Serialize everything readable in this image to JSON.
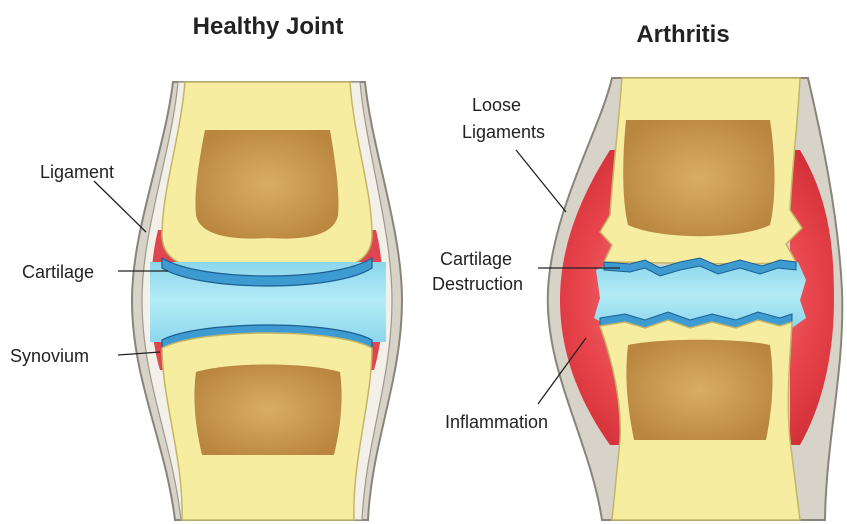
{
  "healthy": {
    "title": "Healthy Joint",
    "labels": {
      "ligament": "Ligament",
      "cartilage": "Cartilage",
      "synovium": "Synovium"
    }
  },
  "arthritis": {
    "title": "Arthritis",
    "labels": {
      "loose_ligaments_line1": "Loose",
      "loose_ligaments_line2": "Ligaments",
      "cartilage_destruction_line1": "Cartilage",
      "cartilage_destruction_line2": "Destruction",
      "inflammation": "Inflammation"
    }
  },
  "colors": {
    "bone_shell": "#f6eda0",
    "bone_marrow": "#c9964e",
    "cartilage": "#3d9bd2",
    "synovial_fluid": "#9fdff0",
    "synovium": "#e0464f",
    "inflamed_tissue": "#e8454d",
    "capsule": "#b5b0a5"
  }
}
